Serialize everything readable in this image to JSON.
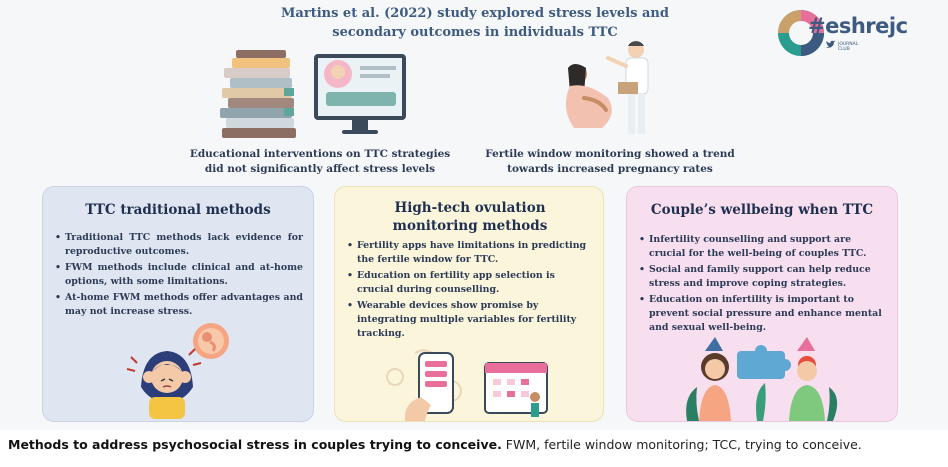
{
  "header": {
    "title_line1": "Martins et al. (2022) study explored stress levels and",
    "title_line2": "secondary outcomes in individuals TTC"
  },
  "logo": {
    "text": "#eshrejc",
    "sub_line1": "JOURNAL",
    "sub_line2": "CLUB",
    "icon": "twitter-bird-icon"
  },
  "top_captions": {
    "left": "Educational interventions on TTC strategies did not significantly affect stress levels",
    "right": "Fertile window monitoring showed a trend towards increased pregnancy rates"
  },
  "panels": [
    {
      "title": "TTC traditional methods",
      "bullets": [
        "Traditional TTC methods lack evidence for reproductive outcomes.",
        "FWM methods include clinical and at-home options, with some limitations.",
        "At-home FWM methods offer advantages and may not increase stress."
      ]
    },
    {
      "title": "High-tech ovulation monitoring methods",
      "bullets": [
        "Fertility apps have limitations in predicting the fertile window for TTC.",
        "Education on fertility app selection is crucial during counselling.",
        "Wearable devices show promise by integrating multiple variables for fertility tracking."
      ]
    },
    {
      "title": "Couple’s wellbeing when TTC",
      "bullets": [
        "Infertility counselling and support are crucial for the well-being of couples TTC.",
        "Social and family support can help reduce stress and improve coping strategies.",
        "Education on infertility is important to prevent social pressure and enhance mental and sexual well-being."
      ]
    }
  ],
  "figure_caption": {
    "bold": "Methods to address psychosocial stress in couples trying to conceive.",
    "rest": " FWM, fertile window monitoring; TCC, trying to conceive."
  },
  "colors": {
    "title": "#3d5a80",
    "panel1_bg": "#dfe6f2",
    "panel2_bg": "#fbf5dc",
    "panel3_bg": "#f8dff0",
    "logo_teal": "#2a9d8f",
    "logo_pink": "#e76f9a"
  }
}
